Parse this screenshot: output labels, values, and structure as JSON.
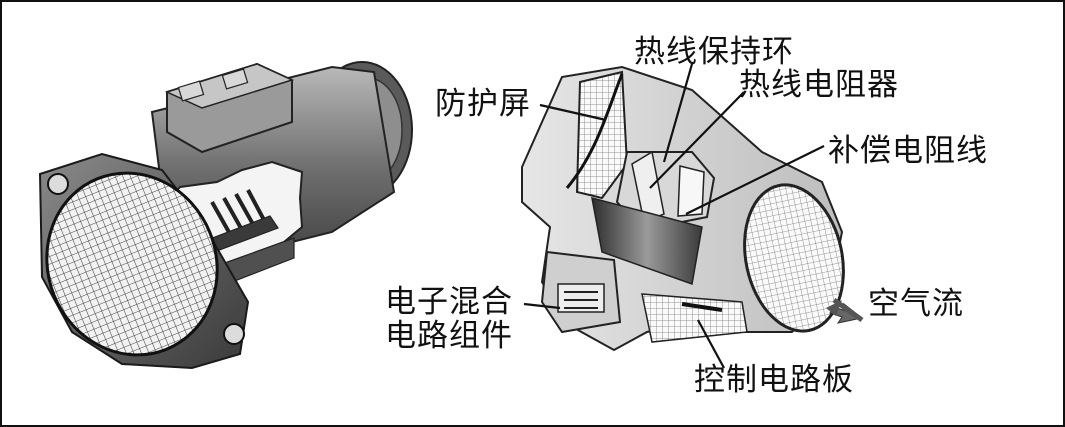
{
  "labels": {
    "hot_wire_ring": "热线保持环",
    "hot_wire_resistor": "热线电阻器",
    "shield": "防护屏",
    "compensation_wire": "补偿电阻线",
    "electronic_module_line1": "电子混合",
    "electronic_module_line2": "电路组件",
    "airflow": "空气流",
    "control_board": "控制电路板"
  }
}
